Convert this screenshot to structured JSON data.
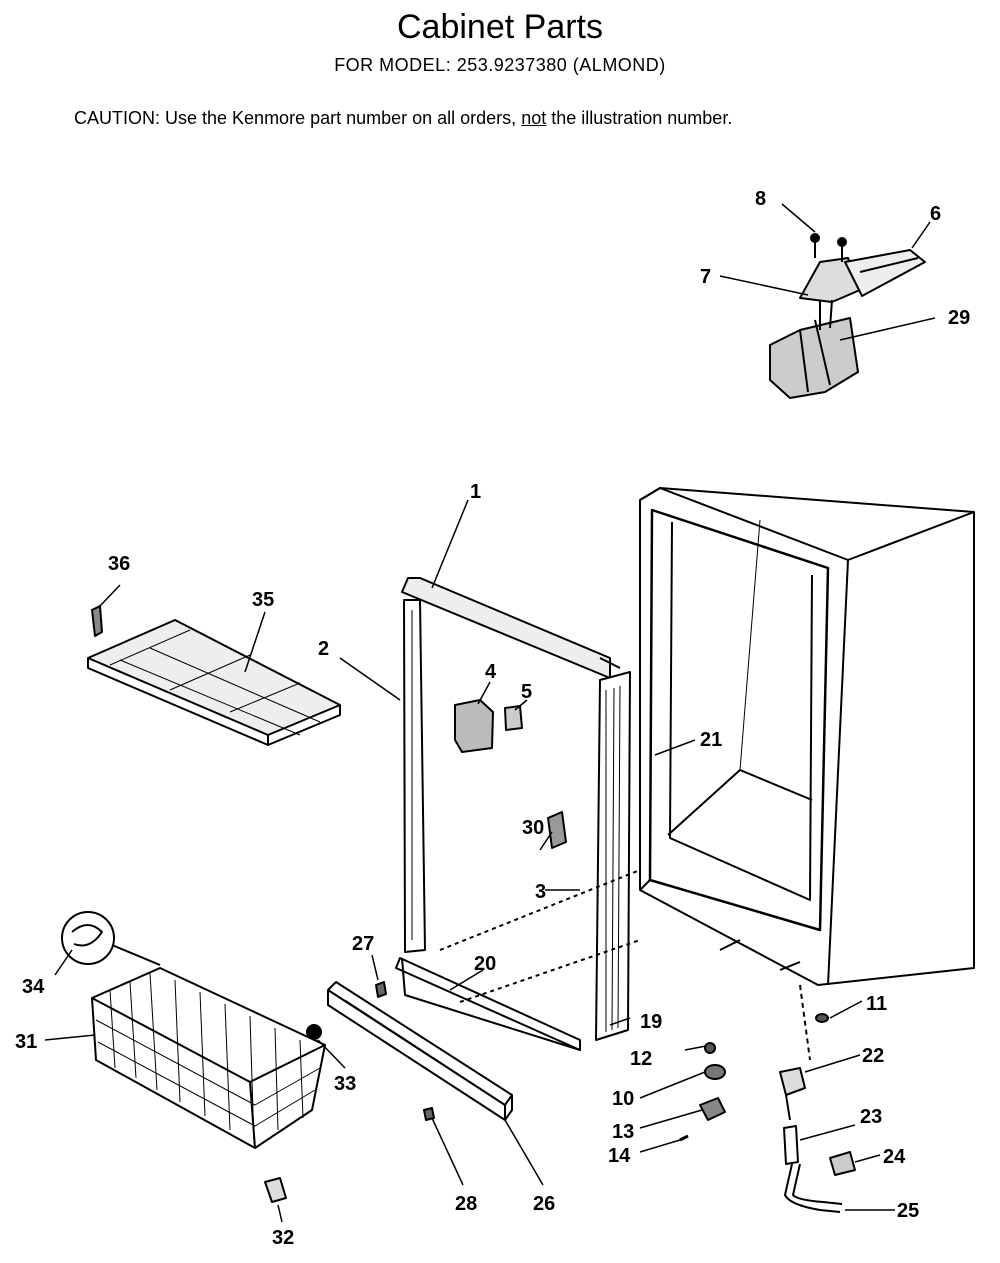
{
  "header": {
    "title": "Cabinet Parts",
    "model_line": "FOR MODEL: 253.9237380 (ALMOND)",
    "caution_prefix": "CAUTION:  Use the Kenmore part number on all orders, ",
    "caution_emph": "not",
    "caution_suffix": " the illustration number."
  },
  "callouts": {
    "c1": "1",
    "c2": "2",
    "c3": "3",
    "c4": "4",
    "c5": "5",
    "c6": "6",
    "c7": "7",
    "c8": "8",
    "c10": "10",
    "c11": "11",
    "c12": "12",
    "c13": "13",
    "c14": "14",
    "c19": "19",
    "c20": "20",
    "c21": "21",
    "c22": "22",
    "c23": "23",
    "c24": "24",
    "c25": "25",
    "c26": "26",
    "c27": "27",
    "c28": "28",
    "c29": "29",
    "c30": "30",
    "c31": "31",
    "c32": "32",
    "c33": "33",
    "c34": "34",
    "c35": "35",
    "c36": "36"
  }
}
